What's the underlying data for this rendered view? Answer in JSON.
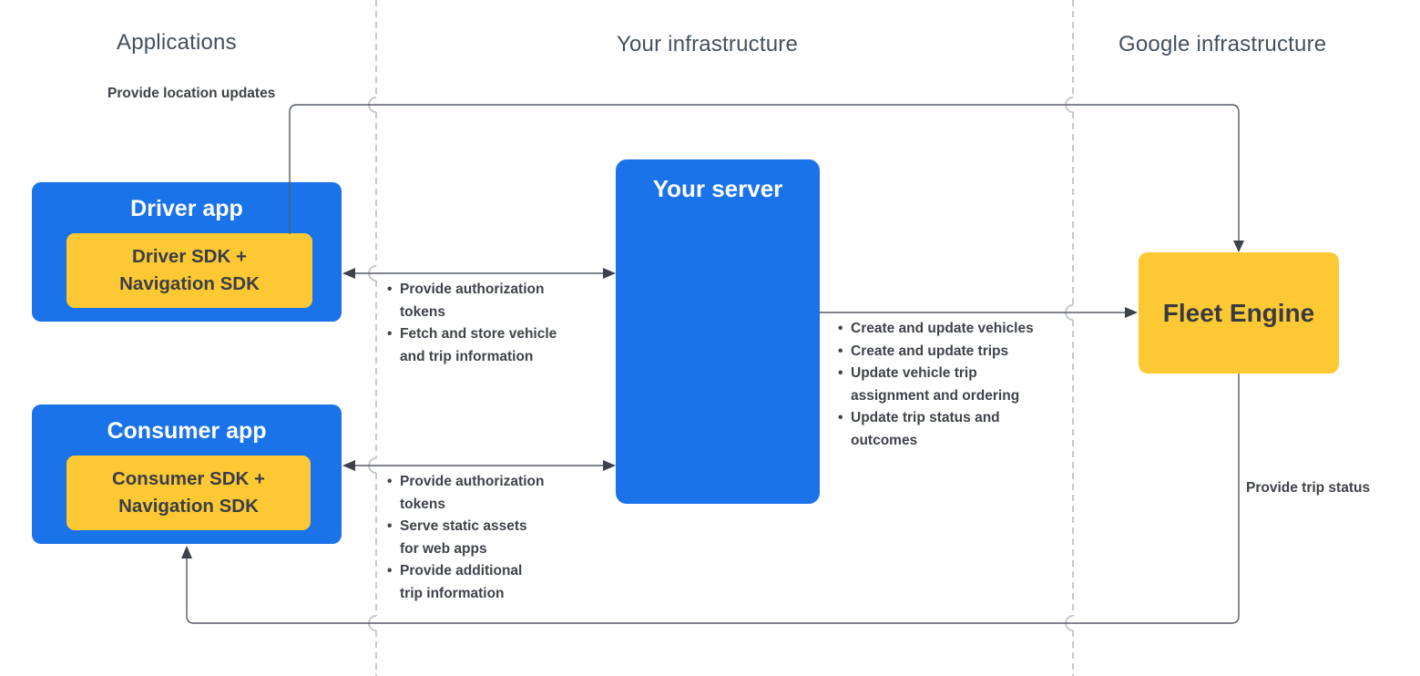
{
  "headings": {
    "applications": "Applications",
    "your_infrastructure": "Your infrastructure",
    "google_infrastructure": "Google infrastructure"
  },
  "boxes": {
    "driver_app": {
      "title": "Driver app",
      "sdk": "Driver SDK +\nNavigation SDK"
    },
    "consumer_app": {
      "title": "Consumer app",
      "sdk": "Consumer SDK +\nNavigation SDK"
    },
    "your_server": {
      "title": "Your server"
    },
    "fleet_engine": {
      "title": "Fleet Engine"
    }
  },
  "edge_labels": {
    "provide_location_updates": "Provide location updates",
    "provide_trip_status": "Provide trip status"
  },
  "bullet_lists": {
    "driver_to_server": [
      "Provide authorization\ntokens",
      "Fetch and store vehicle\nand trip information"
    ],
    "consumer_to_server": [
      "Provide authorization\ntokens",
      "Serve static assets\nfor web apps",
      "Provide additional\ntrip information"
    ],
    "server_to_fleet": [
      "Create and update vehicles",
      "Create and update trips",
      "Update vehicle trip\nassignment and ordering",
      "Update trip status and\noutcomes"
    ]
  },
  "colors": {
    "box_blue": "#1a73e8",
    "box_yellow": "#fcc934",
    "line": "#565b64",
    "arrowhead": "#3d424b",
    "divider": "#c5c9d0",
    "heading_text": "#44505d",
    "body_text": "#3f4349",
    "box_title_light": "#ffffff",
    "box_title_dark": "#3b3e44"
  }
}
